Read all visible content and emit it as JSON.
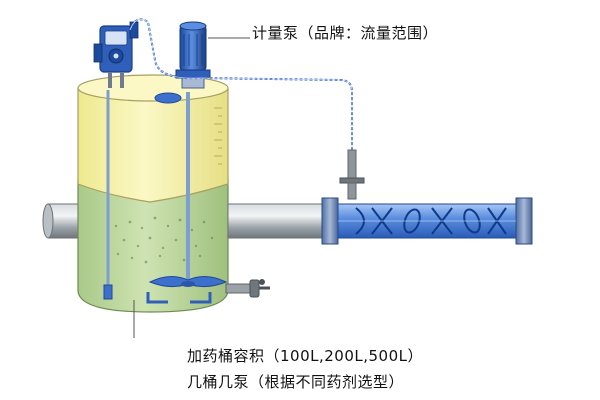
{
  "labels": {
    "metering_pump": "计量泵（品牌：流量范围）",
    "tank_volume": "加药桶容积（100L,200L,500L）",
    "tank_pumps": "几桶几泵（根据不同药剂选型）"
  },
  "colors": {
    "pipe": "#8e969c",
    "tank_liquid": "#bfd79a",
    "tank_upper": "#f6f2a8",
    "flow_pipe": "#3f7ad6",
    "pump_blue": "#2f5fb8",
    "tubing": "#2b5fc7"
  }
}
